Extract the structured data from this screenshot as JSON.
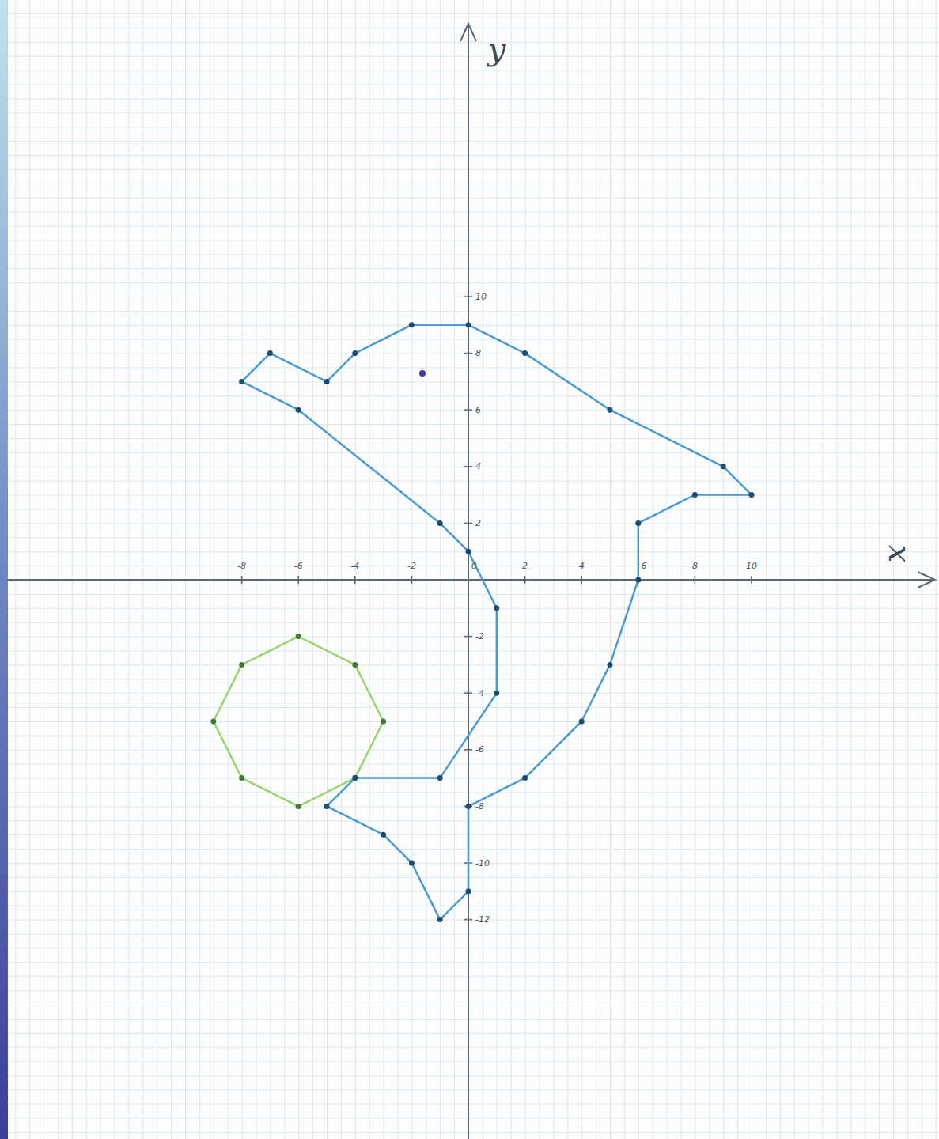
{
  "diagram": {
    "labels": [
      "y",
      "x",
      "-8",
      "-6",
      "-4",
      "-2",
      "0",
      "2",
      "4",
      "6",
      "8",
      "10",
      "10",
      "8",
      "6",
      "4",
      "2",
      "-2",
      "-4",
      "-6",
      "-8",
      "-10",
      "-12"
    ]
  }
}
